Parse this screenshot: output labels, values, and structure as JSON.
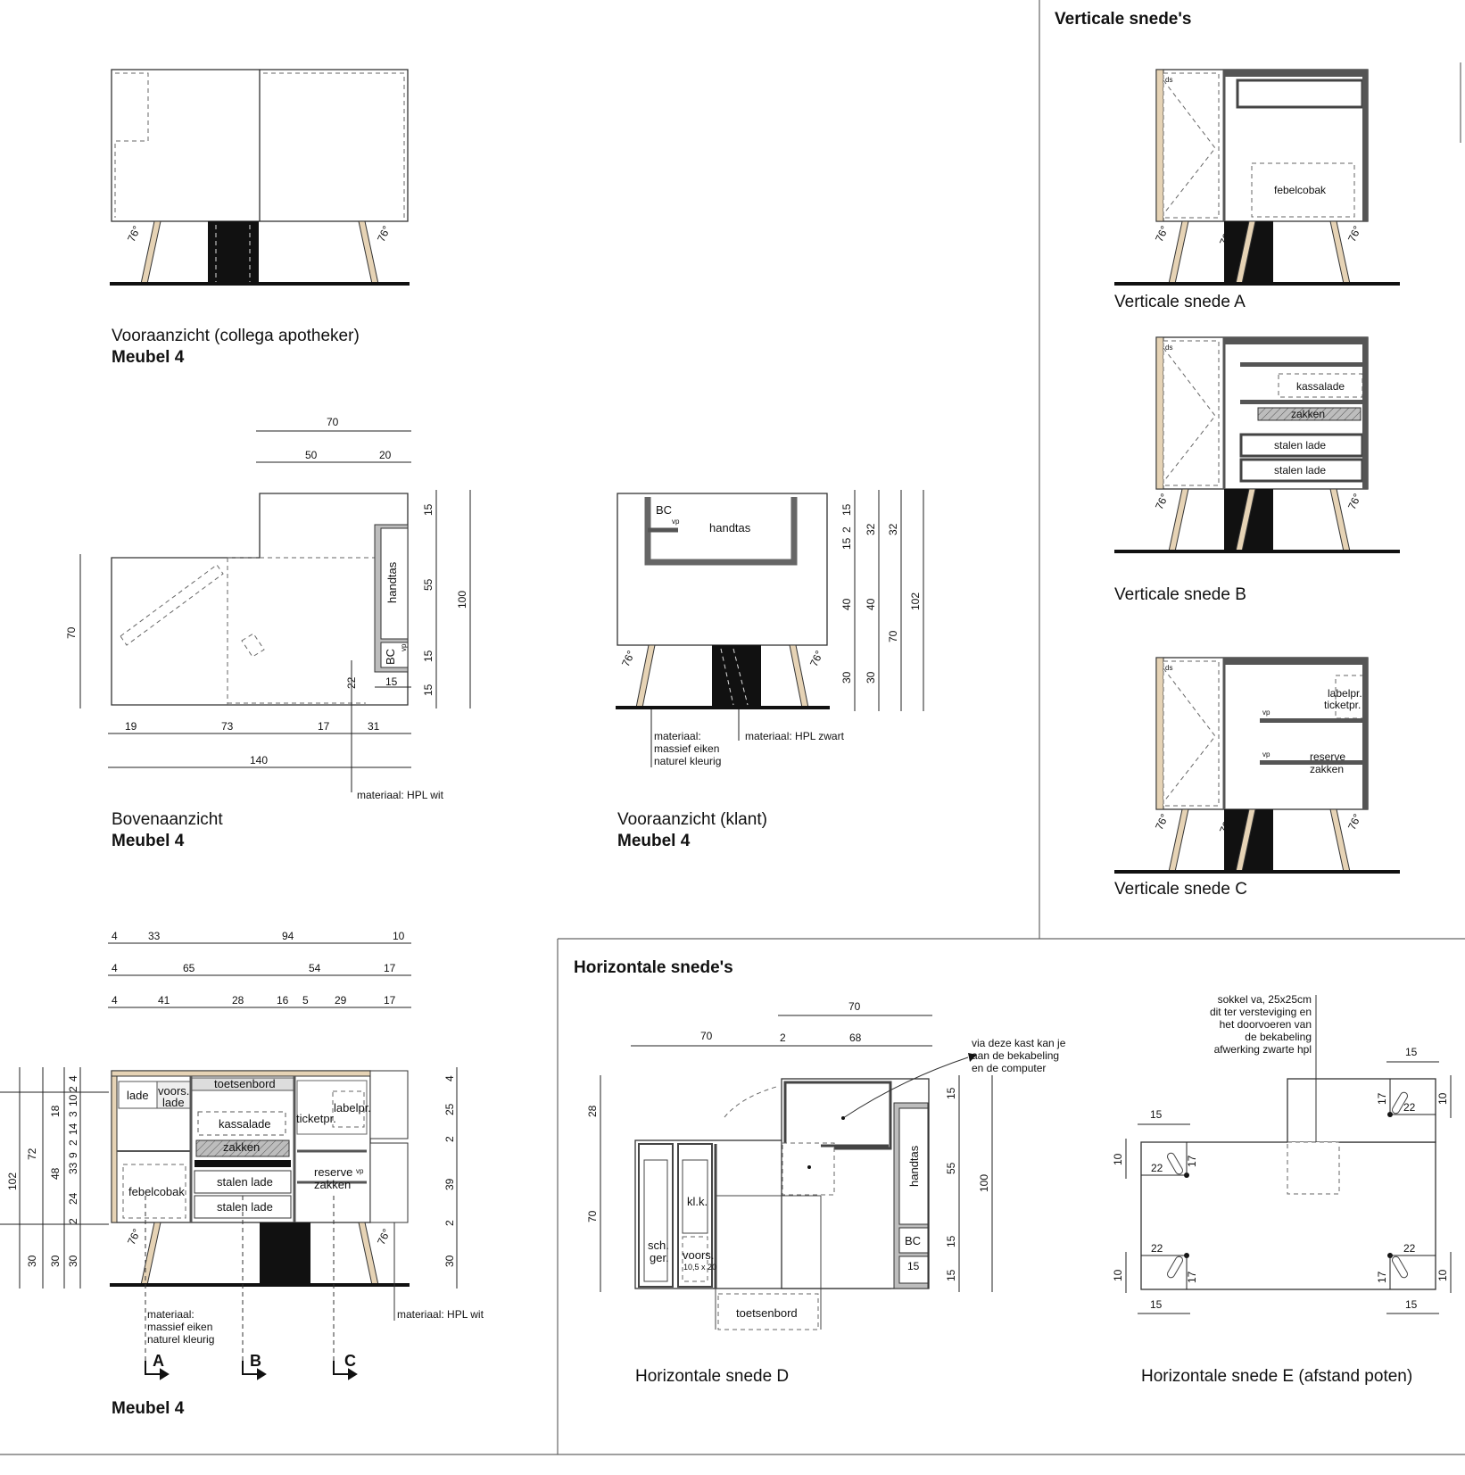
{
  "headings": {
    "vertical": "Verticale snede's",
    "horizontal": "Horizontale snede's"
  },
  "front_colleague": {
    "title": "Vooraanzicht (collega apotheker)",
    "subtitle": "Meubel 4",
    "angle": "76°"
  },
  "top_view": {
    "title": "Bovenaanzicht",
    "subtitle": "Meubel 4",
    "dims_top": [
      "70",
      "50",
      "20"
    ],
    "dims_right": [
      "15",
      "55",
      "15",
      "15",
      "100"
    ],
    "dim_left": "70",
    "dims_bottom": [
      "19",
      "73",
      "17",
      "31",
      "140"
    ],
    "dim_22": "22",
    "dim_15": "15",
    "label_handtas": "handtas",
    "label_bc": "BC",
    "label_vp": "vp",
    "material": "materiaal: HPL wit"
  },
  "front_client": {
    "title": "Vooraanzicht (klant)",
    "subtitle": "Meubel 4",
    "label_bc": "BC",
    "label_vp": "vp",
    "label_handtas": "handtas",
    "dims_col1": [
      "15",
      "2",
      "15",
      "40",
      "30"
    ],
    "dims_col2": [
      "32",
      "40",
      "30"
    ],
    "dims_col3": [
      "32",
      "70"
    ],
    "dims_col4": [
      "102"
    ],
    "material_oak": [
      "materiaal:",
      "massief eiken",
      "naturel kleurig"
    ],
    "material_black": "materiaal: HPL zwart",
    "angle": "76°"
  },
  "section_front": {
    "title": "Meubel 4",
    "dims_row1": [
      "4",
      "33",
      "94",
      "10"
    ],
    "dims_row2": [
      "4",
      "65",
      "54",
      "17"
    ],
    "dims_row3": [
      "4",
      "41",
      "28",
      "16",
      "5",
      "29",
      "17"
    ],
    "dims_left_outer": [
      "102"
    ],
    "dims_left_mid": [
      "72",
      "30"
    ],
    "dims_left_inner": [
      "18",
      "48",
      "30"
    ],
    "dims_left_fine": [
      "4",
      "2",
      "10",
      "3",
      "14",
      "2",
      "9",
      "33",
      "24",
      "2",
      "30"
    ],
    "dims_right": [
      "4",
      "25",
      "2",
      "39",
      "2",
      "30"
    ],
    "labels": {
      "lade": "lade",
      "voors_lade": [
        "voors.",
        "lade"
      ],
      "toetsenbord": "toetsenbord",
      "kassalade": "kassalade",
      "zakken": "zakken",
      "stalen_lade": "stalen lade",
      "ticketpr": "ticketpr.",
      "labelpr": "labelpr.",
      "febelcobak": "febelcobak",
      "reserve": "reserve",
      "reserve_zakken": "zakken",
      "vp": "vp"
    },
    "material_oak": [
      "materiaal:",
      "massief eiken",
      "naturel kleurig"
    ],
    "material_white": "materiaal: HPL wit",
    "cuts": [
      "A",
      "B",
      "C"
    ],
    "angle": "76°"
  },
  "vertical_a": {
    "title": "Verticale snede A",
    "febelcobak": "febelcobak",
    "ds": "ds",
    "angle": "76°"
  },
  "vertical_b": {
    "title": "Verticale snede B",
    "kassalade": "kassalade",
    "zakken": "zakken",
    "stalen_lade": "stalen lade",
    "ds": "ds",
    "angle": "76°"
  },
  "vertical_c": {
    "title": "Verticale snede C",
    "labelpr": "labelpr.",
    "ticketpr": "ticketpr.",
    "reserve": "reserve",
    "zakken": "zakken",
    "vp": "vp",
    "ds": "ds",
    "angle": "76°"
  },
  "horizontal_d": {
    "title": "Horizontale snede D",
    "dims_top": [
      "70",
      "70",
      "2",
      "68"
    ],
    "dims_left": [
      "28",
      "70"
    ],
    "dims_right": [
      "15",
      "55",
      "15",
      "15",
      "100"
    ],
    "note": [
      "via deze kast kan je",
      "aan de bekabeling",
      "en de computer"
    ],
    "labels": {
      "handtas": "handtas",
      "bc": "BC",
      "klk": "kl.k.",
      "schger": [
        "sch.",
        "ger."
      ],
      "voors": "voors.",
      "voors_dim": "10,5 x 20",
      "toetsenbord": "toetsenbord",
      "dim15": "15"
    }
  },
  "horizontal_e": {
    "title": "Horizontale snede E (afstand poten)",
    "note": [
      "sokkel va, 25x25cm",
      "dit ter versteviging en",
      "het doorvoeren van",
      "de bekabeling",
      "afwerking zwarte hpl"
    ],
    "dims": {
      "fifteen": "15",
      "seventeen": "17",
      "twentytwo": "22",
      "ten": "10"
    }
  },
  "colors": {
    "oak": "#e6d3b5",
    "black": "#111111",
    "grey": "#bdbdbd",
    "dark_grey": "#555555"
  }
}
